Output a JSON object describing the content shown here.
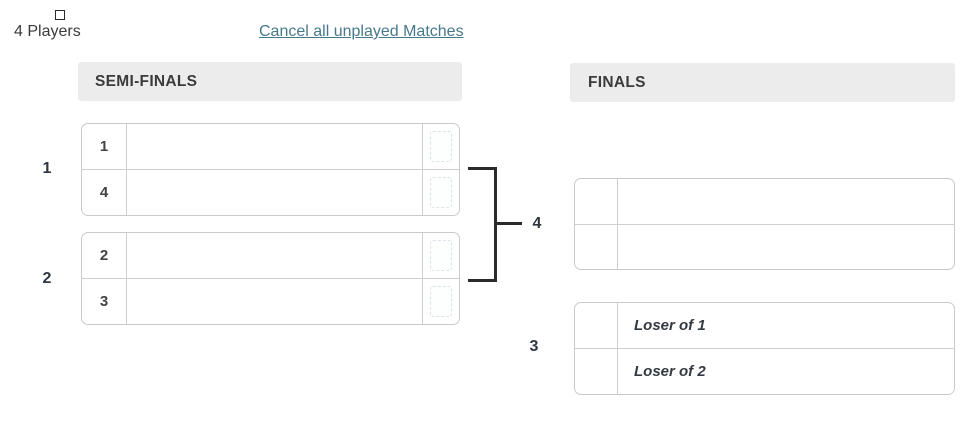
{
  "header": {
    "players_count": "4 Players",
    "cancel_link_label": "Cancel all unplayed Matches"
  },
  "rounds": [
    {
      "label": "SEMI-FINALS",
      "matches": [
        {
          "number": "1",
          "slots": [
            {
              "seed": "1",
              "name": ""
            },
            {
              "seed": "4",
              "name": ""
            }
          ]
        },
        {
          "number": "2",
          "slots": [
            {
              "seed": "2",
              "name": ""
            },
            {
              "seed": "3",
              "name": ""
            }
          ]
        }
      ]
    },
    {
      "label": "FINALS",
      "matches": [
        {
          "number": "4",
          "slots": [
            {
              "seed": "",
              "name": ""
            },
            {
              "seed": "",
              "name": ""
            }
          ]
        },
        {
          "number": "3",
          "slots": [
            {
              "seed": "",
              "name": "Loser of 1"
            },
            {
              "seed": "",
              "name": "Loser of 2"
            }
          ]
        }
      ]
    }
  ],
  "colors": {
    "link": "#47798c",
    "header_bg": "#ececec",
    "header_text": "#3b3b3b",
    "box_border": "#c7cbce",
    "connector": "#2b2b2b",
    "text": "#3a3a3a"
  }
}
